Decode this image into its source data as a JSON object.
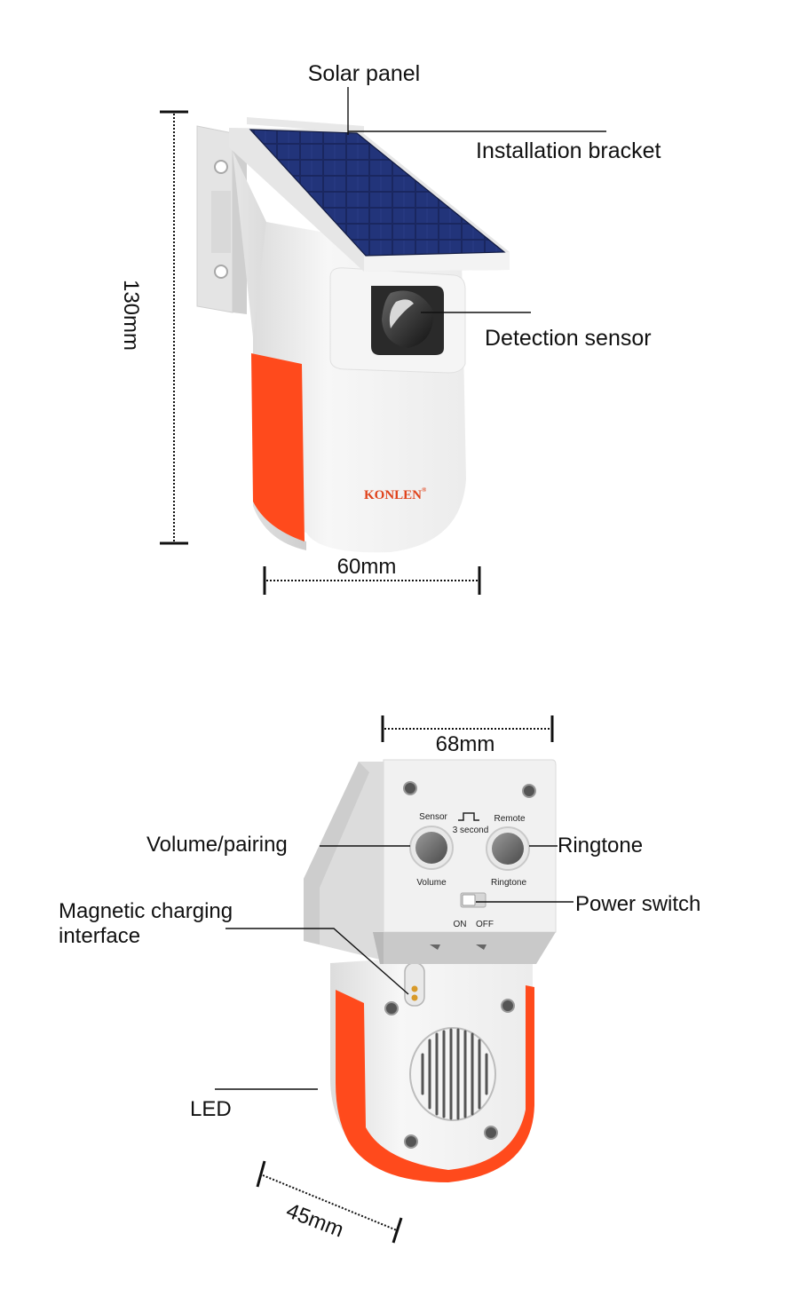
{
  "front_view": {
    "labels": {
      "solar_panel": "Solar panel",
      "installation_bracket": "Installation bracket",
      "detection_sensor": "Detection sensor"
    },
    "dimensions": {
      "height": "130mm",
      "width": "60mm"
    },
    "brand": "KONLEN",
    "brand_mark": "®"
  },
  "back_view": {
    "labels": {
      "volume_pairing": "Volume/pairing",
      "ringtone": "Ringtone",
      "power_switch": "Power switch",
      "magnetic_charging_line1": "Magnetic charging",
      "magnetic_charging_line2": "interface",
      "led": "LED"
    },
    "panel_text": {
      "sensor": "Sensor",
      "remote": "Remote",
      "three_second": "3 second",
      "volume": "Volume",
      "ringtone": "Ringtone",
      "on": "ON",
      "off": "OFF"
    },
    "dimensions": {
      "width": "68mm",
      "depth": "45mm"
    }
  },
  "colors": {
    "housing_white": "#f2f2f2",
    "accent_orange": "#ff4a1c",
    "solar_blue": "#1c2a63",
    "leader_line": "#111111"
  }
}
